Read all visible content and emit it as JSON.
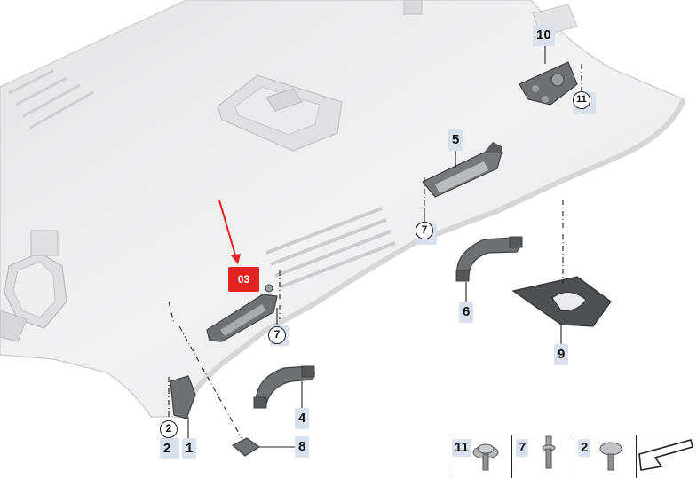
{
  "callouts": {
    "c1": "1",
    "c2": "2",
    "c4": "4",
    "c5": "5",
    "c6": "6",
    "c7a": "7",
    "c7b": "7",
    "c8": "8",
    "c9": "9",
    "c10": "10",
    "c11": "11",
    "circle_2": "2",
    "circle_7a": "7",
    "circle_7b": "7",
    "circle_11": "11"
  },
  "highlight_tag": "03",
  "legend": {
    "items": [
      {
        "num": "11",
        "icon": "torx-screw-washer-icon"
      },
      {
        "num": "7",
        "icon": "rivet-icon"
      },
      {
        "num": "2",
        "icon": "torx-screw-icon"
      },
      {
        "num": "",
        "icon": "catalog-arrow-icon"
      }
    ]
  },
  "colors": {
    "headliner": "#ececee",
    "part": "#6e7074",
    "highlight": "#e32222",
    "label_bg": "#d9e1ec"
  }
}
